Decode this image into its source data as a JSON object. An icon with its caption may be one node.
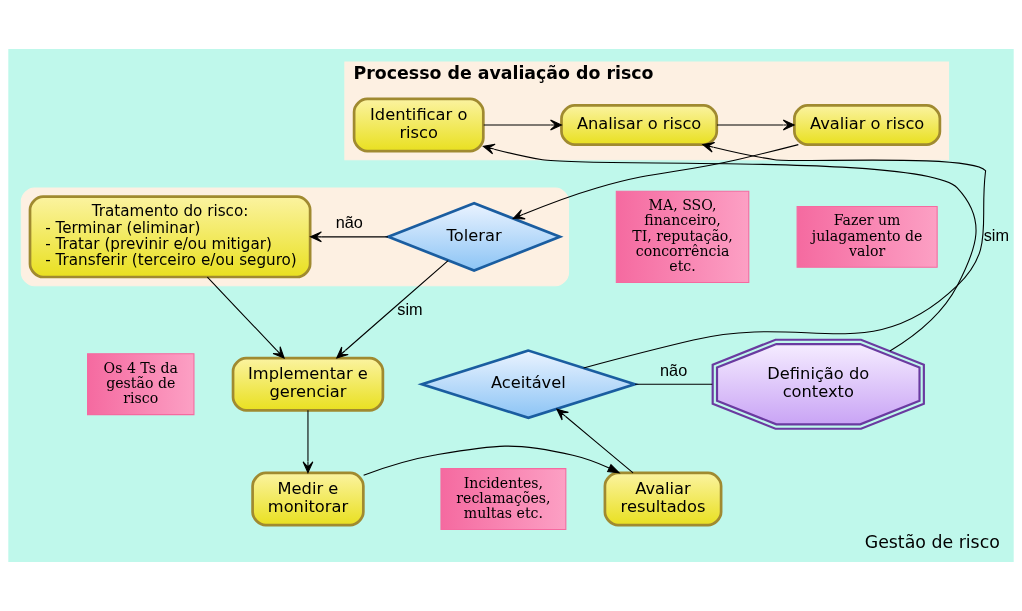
{
  "diagram": {
    "caption": "Gestão de risco",
    "nodes": [
      {
        "text": [
          "Processo de avaliação do risco"
        ]
      },
      {
        "text": [
          "Identificar o risco"
        ],
        "in": 0
      },
      {
        "text": [
          "Analisar o risco"
        ],
        "in": 0
      },
      {
        "text": [
          "Avaliar o risco"
        ],
        "in": 0
      },
      {
        "text": [
          "Fazer um julagamento de valor"
        ]
      },
      {
        "text": [],
        "shape": "box"
      },
      {
        "text": [
          "Tolerar"
        ],
        "in": 5
      },
      {
        "text": [
          "Tratamento do risco:",
          "- Terminar (eliminar)",
          "- Tratar (previnir e/ou mitigar)",
          "- Transferir (terceiro e/ou seguro)"
        ],
        "in": 5
      },
      {
        "text": [
          "MA, SSO, financeiro, TI, reputação, concorrência etc."
        ]
      },
      {
        "text": [
          "Definição do contexto"
        ]
      },
      {
        "text": [
          "Os 4 Ts da gestão de risco"
        ]
      },
      {
        "text": [
          "Implementar e gerenciar"
        ]
      },
      {
        "text": [
          "Aceitável"
        ]
      },
      {
        "text": [
          "Avaliar resultados"
        ]
      },
      {
        "text": [
          "Medir e monitorar"
        ]
      },
      {
        "text": [
          "Incidentes, reclamações, multas etc."
        ]
      }
    ],
    "edges": [
      {
        "from": 1,
        "to": 2,
        "arrow": "to"
      },
      {
        "from": 2,
        "to": 3,
        "arrow": "to"
      },
      {
        "from": 3,
        "to": 6,
        "arrow": "to"
      },
      {
        "from": 6,
        "to": 7,
        "arrow": "to",
        "label": "não"
      },
      {
        "from": 6,
        "to": 11,
        "arrow": "to",
        "label": "sim"
      },
      {
        "from": 7,
        "to": 11,
        "arrow": "to"
      },
      {
        "from": 11,
        "to": 14,
        "arrow": "to"
      },
      {
        "from": 14,
        "to": 13,
        "arrow": "to"
      },
      {
        "from": 13,
        "to": 12,
        "arrow": "to"
      },
      {
        "from": 12,
        "to": 2,
        "arrow": "to",
        "label": "sim"
      },
      {
        "from": 12,
        "to": 9,
        "arrow": "none",
        "label": "não"
      },
      {
        "from": 9,
        "to": 1,
        "arrow": "to"
      }
    ]
  }
}
